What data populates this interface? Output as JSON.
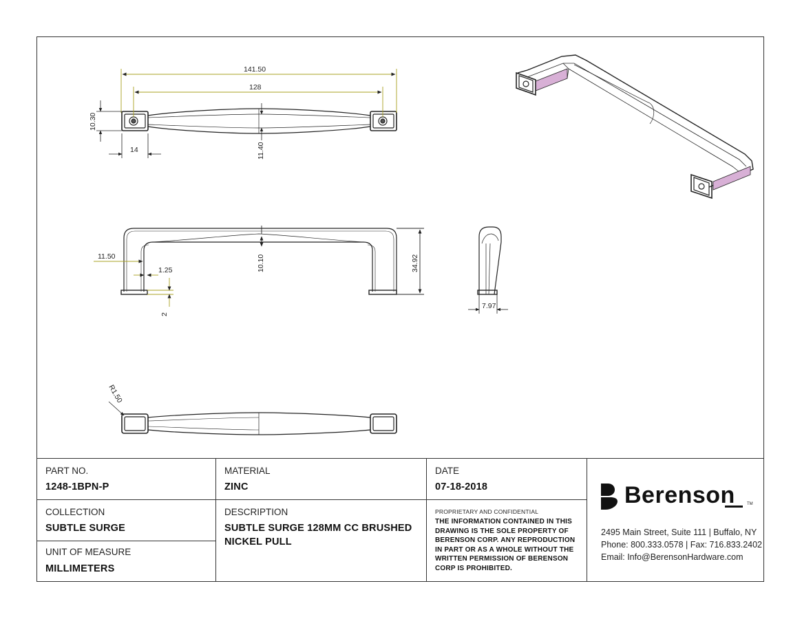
{
  "dimensions": {
    "overall_length": "141.50",
    "center_to_center": "128",
    "foot_height": "10.30",
    "foot_width": "14",
    "grip_width": "11.40",
    "grip_thickness": "10.10",
    "projection": "34.92",
    "foot_offset": "11.50",
    "foot_recess": "1.25",
    "base_step": "2",
    "side_width": "7.97",
    "radius": "R1.50"
  },
  "title_block": {
    "part_no_label": "PART NO.",
    "part_no": "1248-1BPN-P",
    "material_label": "MATERIAL",
    "material": "ZINC",
    "date_label": "DATE",
    "date": "07-18-2018",
    "collection_label": "COLLECTION",
    "collection": "SUBTLE SURGE",
    "description_label": "DESCRIPTION",
    "description_line1": "SUBTLE SURGE 128MM CC BRUSHED",
    "description_line2": "NICKEL PULL",
    "uom_label": "UNIT OF MEASURE",
    "uom": "MILLIMETERS",
    "confidential_heading": "PROPRIETARY AND CONFIDENTIAL",
    "confidential_text": "THE INFORMATION CONTAINED IN THIS DRAWING IS THE SOLE PROPERTY OF BERENSON CORP. ANY REPRODUCTION IN PART OR AS A WHOLE WITHOUT THE WRITTEN PERMISSION OF BERENSON CORP IS PROHIBITED."
  },
  "company": {
    "name": "Berenson",
    "trademark": "TM",
    "address": "2495 Main Street, Suite 111 | Buffalo, NY",
    "phone": "Phone: 800.333.0578 | Fax: 716.833.2402",
    "email": "Email: Info@BerensonHardware.com"
  },
  "colors": {
    "dimension": "#a8a020",
    "outline": "#222222",
    "accent_face": "#d8b0d6",
    "border": "#333333"
  }
}
